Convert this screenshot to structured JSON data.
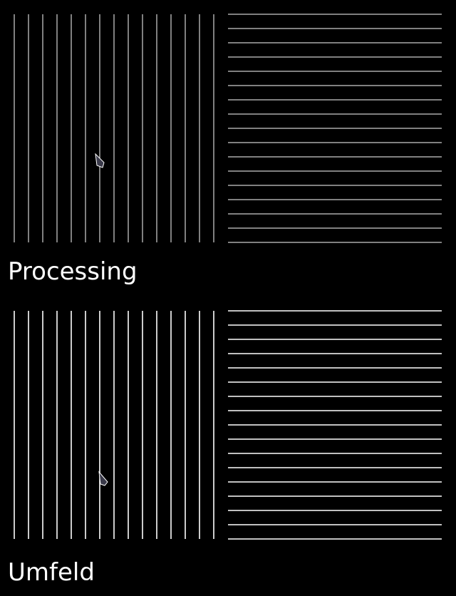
{
  "colors": {
    "background": "#000000",
    "line": "#ffffff",
    "cursor_fill": "#3a3a4a",
    "cursor_stroke": "#ffffff",
    "caption": "#ffffff"
  },
  "panels": [
    {
      "id": "processing",
      "caption": "Processing",
      "left_grating": {
        "orientation": "vertical",
        "line_count": 15
      },
      "right_grating": {
        "orientation": "horizontal",
        "line_count": 17
      },
      "cursor_icon": "mouse-pointer-icon"
    },
    {
      "id": "umfeld",
      "caption": "Umfeld",
      "left_grating": {
        "orientation": "vertical",
        "line_count": 15
      },
      "right_grating": {
        "orientation": "horizontal",
        "line_count": 17
      },
      "cursor_icon": "mouse-pointer-icon"
    }
  ]
}
